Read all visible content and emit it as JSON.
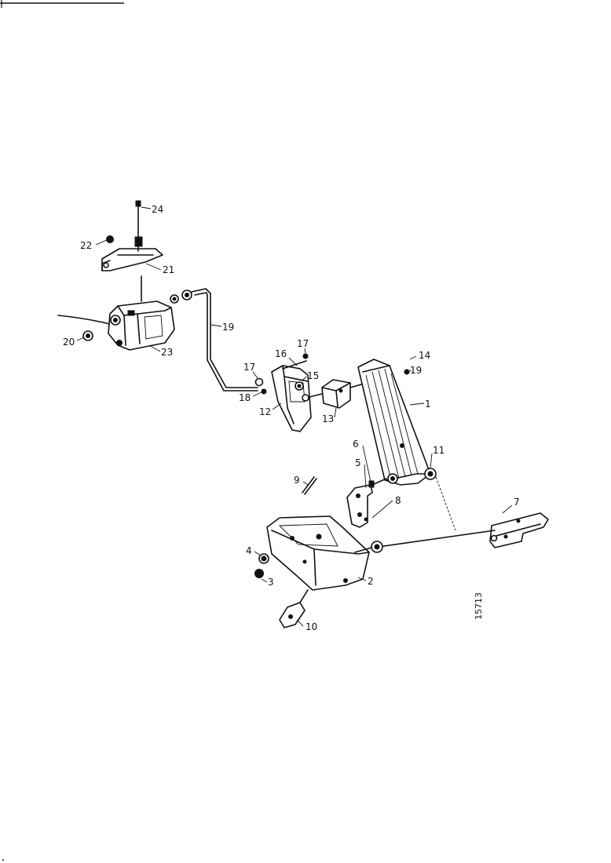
{
  "diagram": {
    "reference_number": "15713",
    "callouts": {
      "c1": "1",
      "c2": "2",
      "c3": "3",
      "c4": "4",
      "c5": "5",
      "c6": "6",
      "c7": "7",
      "c8": "8",
      "c9": "9",
      "c10": "10",
      "c11": "11",
      "c12": "12",
      "c13": "13",
      "c14": "14",
      "c15": "15",
      "c16": "16",
      "c17a": "17",
      "c17b": "17",
      "c18": "18",
      "c19": "19",
      "c20": "20",
      "c21": "21",
      "c22": "22",
      "c23": "23",
      "c24": "24"
    }
  }
}
